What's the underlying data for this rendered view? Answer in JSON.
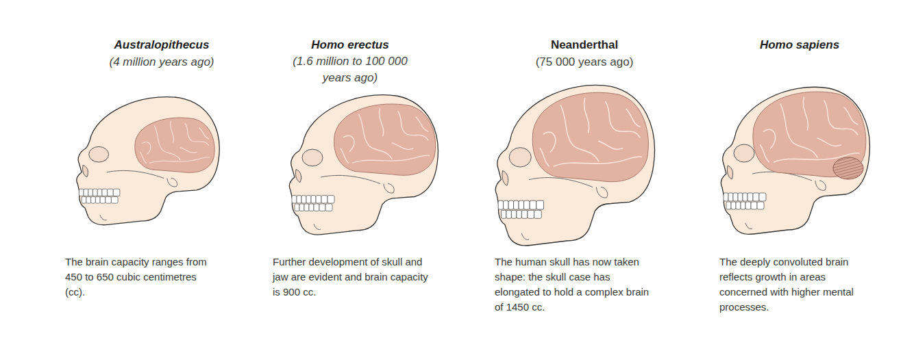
{
  "diagram": {
    "labels": [
      "Australopithecus",
      "(4 million years ago)",
      "The brain capacity ranges from 450 to 650 cubic centimetres (cc).",
      "Homo erectus",
      "(1.6 million to 100 000 years ago)",
      "Further development of skull and jaw are evident and brain capacity is 900 cc.",
      "Neanderthal",
      "(75 000 years ago)",
      "The human skull has now taken shape: the skull case has elongated to hold a complex brain of 1450 cc.",
      "Homo sapiens",
      "The deeply convoluted brain reflects growth in areas concerned with higher mental processes."
    ]
  }
}
